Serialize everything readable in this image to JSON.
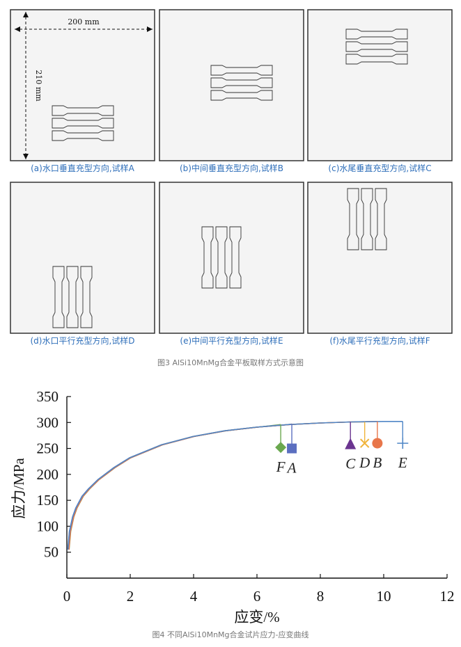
{
  "figure3": {
    "caption": "图3 AlSi10MnMg合金平板取样方式示意图",
    "dim_width": "200 mm",
    "dim_height": "210 mm",
    "panels": [
      {
        "id": "a",
        "caption": "(a)水口垂直充型方向,试样A",
        "orientation": "horizontal",
        "position": "bottom"
      },
      {
        "id": "b",
        "caption": "(b)中间垂直充型方向,试样B",
        "orientation": "horizontal",
        "position": "middle"
      },
      {
        "id": "c",
        "caption": "(c)水尾垂直充型方向,试样C",
        "orientation": "horizontal",
        "position": "top"
      },
      {
        "id": "d",
        "caption": "(d)水口平行充型方向,试样D",
        "orientation": "vertical",
        "position": "bottom"
      },
      {
        "id": "e",
        "caption": "(e)中间平行充型方向,试样E",
        "orientation": "vertical",
        "position": "middle"
      },
      {
        "id": "f",
        "caption": "(f)水尾平行充型方向,试样F",
        "orientation": "vertical",
        "position": "top"
      }
    ]
  },
  "chart_data": {
    "type": "line",
    "caption": "图4 不同AlSi10MnMg合金试片应力-应变曲线",
    "xlabel": "应变/%",
    "ylabel": "应力/MPa",
    "xlim": [
      0,
      12
    ],
    "ylim": [
      0,
      350
    ],
    "xticks": [
      0,
      2,
      4,
      6,
      8,
      10,
      12
    ],
    "yticks": [
      50,
      100,
      150,
      200,
      250,
      300,
      350
    ],
    "grid": false,
    "curve_shape": {
      "x": [
        0.05,
        0.1,
        0.2,
        0.3,
        0.5,
        0.7,
        1.0,
        1.5,
        2,
        3,
        4,
        5,
        6,
        7,
        8,
        9,
        10,
        10.6
      ],
      "y": [
        55,
        90,
        118,
        135,
        158,
        172,
        190,
        213,
        232,
        257,
        273,
        284,
        291,
        296,
        299,
        301,
        302,
        302
      ]
    },
    "series": [
      {
        "name": "F",
        "fracture_strain": 6.75,
        "fracture_stress": 296,
        "marker": "diamond",
        "color": "#6aa84f",
        "marker_y": 252
      },
      {
        "name": "A",
        "fracture_strain": 7.1,
        "fracture_stress": 297,
        "marker": "square",
        "color": "#5b6fc0",
        "marker_y": 250
      },
      {
        "name": "C",
        "fracture_strain": 8.95,
        "fracture_stress": 301,
        "marker": "triangle",
        "color": "#6b3590",
        "marker_y": 258
      },
      {
        "name": "D",
        "fracture_strain": 9.4,
        "fracture_stress": 301,
        "marker": "x",
        "color": "#f0b43c",
        "marker_y": 260
      },
      {
        "name": "B",
        "fracture_strain": 9.8,
        "fracture_stress": 302,
        "marker": "circle",
        "color": "#e8764a",
        "marker_y": 260
      },
      {
        "name": "E",
        "fracture_strain": 10.6,
        "fracture_stress": 302,
        "marker": "plus",
        "color": "#4f86c6",
        "marker_y": 260
      }
    ]
  }
}
